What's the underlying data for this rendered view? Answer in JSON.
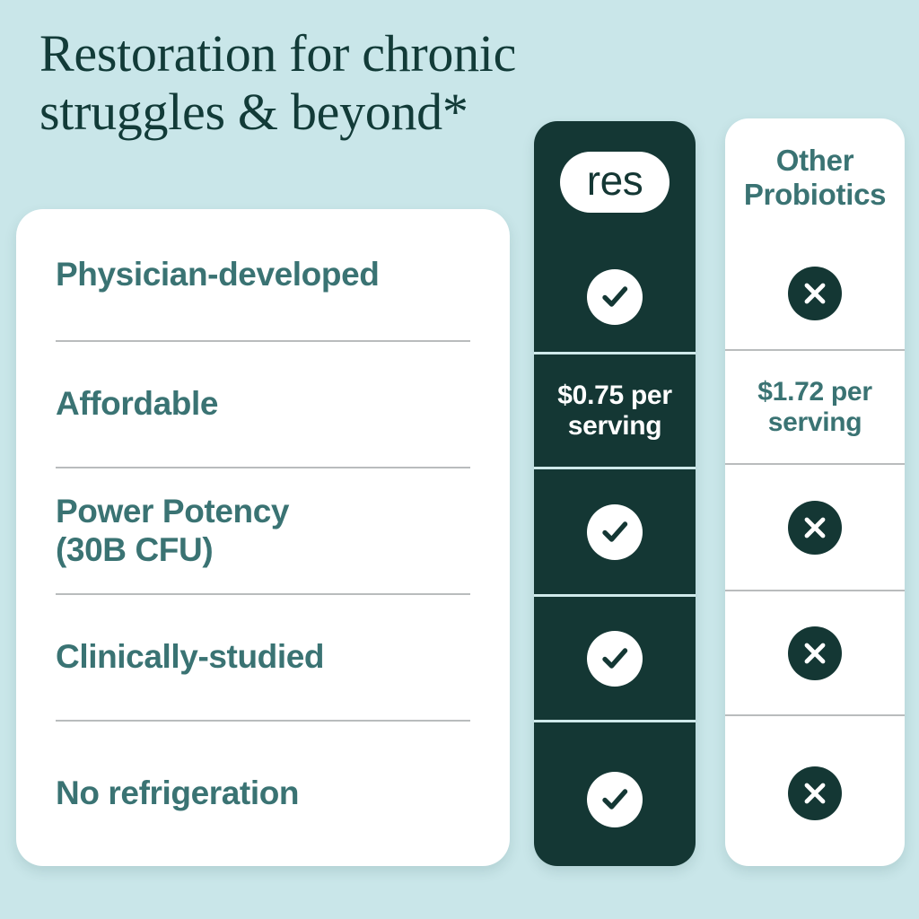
{
  "headline": "Restoration for chronic\nstruggles & beyond*",
  "colors": {
    "background": "#c9e6e9",
    "brand_dark": "#143734",
    "label_teal": "#3a7373",
    "card_white": "#ffffff",
    "divider_gray": "#b9bcbd",
    "divider_mint": "#cfe9ea"
  },
  "columns": {
    "res": {
      "logo_label": "res",
      "header_icon": "res-logo"
    },
    "other": {
      "header": "Other\nProbiotics"
    }
  },
  "rows": [
    {
      "feature": "Physician-developed",
      "res": {
        "type": "check",
        "icon": "check-circle-icon"
      },
      "other": {
        "type": "cross",
        "icon": "x-circle-icon"
      }
    },
    {
      "feature": "Affordable",
      "res": {
        "type": "text",
        "value": "$0.75 per\nserving"
      },
      "other": {
        "type": "text",
        "value": "$1.72 per\nserving"
      }
    },
    {
      "feature": "Power Potency\n(30B CFU)",
      "res": {
        "type": "check",
        "icon": "check-circle-icon"
      },
      "other": {
        "type": "cross",
        "icon": "x-circle-icon"
      }
    },
    {
      "feature": "Clinically-studied",
      "res": {
        "type": "check",
        "icon": "check-circle-icon"
      },
      "other": {
        "type": "cross",
        "icon": "x-circle-icon"
      }
    },
    {
      "feature": "No refrigeration",
      "res": {
        "type": "check",
        "icon": "check-circle-icon"
      },
      "other": {
        "type": "cross",
        "icon": "x-circle-icon"
      }
    }
  ]
}
